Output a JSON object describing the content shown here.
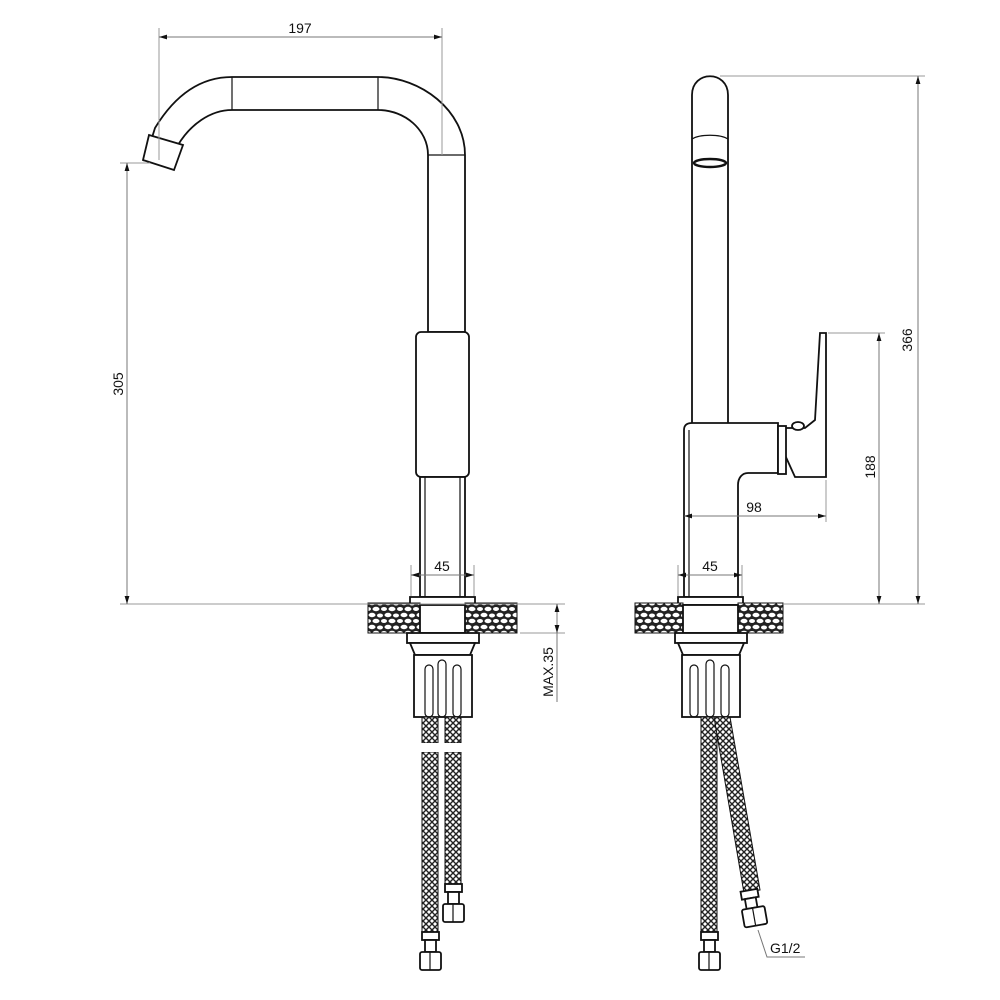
{
  "drawing": {
    "title": "Kitchen faucet dimension drawing",
    "views": {
      "front": {
        "dimensions": {
          "spout_reach": "197",
          "spout_height": "305",
          "base_diameter": "45",
          "max_deck_thickness": "MAX.35"
        }
      },
      "side": {
        "dimensions": {
          "total_height": "366",
          "handle_height": "188",
          "handle_depth": "98",
          "base_diameter": "45",
          "connection_thread": "G1/2"
        }
      }
    },
    "colors": {
      "line": "#111111",
      "dimension_line": "#777777",
      "background": "#ffffff"
    }
  }
}
